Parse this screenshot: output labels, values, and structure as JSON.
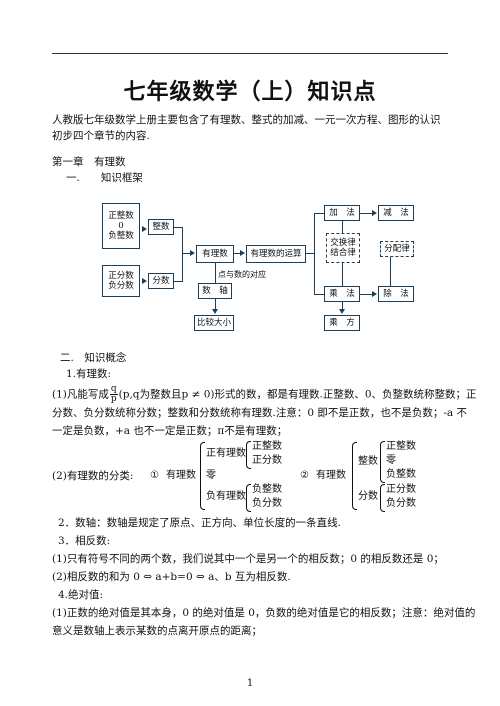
{
  "title": "七年级数学（上）知识点",
  "intro": "人教版七年级数学上册主要包含了有理数、整式的加减、一元一次方程、图形的认识初步四个章节的内容.",
  "chapter1": "第一章　有理数",
  "section1": "一.　　知识框架",
  "diagram": {
    "box_int_group": [
      "正整数",
      "0",
      "负整数"
    ],
    "box_int": "整数",
    "box_frac_group": [
      "正分数",
      "负分数"
    ],
    "box_frac": "分数",
    "box_rational": "有理数",
    "box_ops": "有理数的运算",
    "box_axis": "数　轴",
    "box_compare": "比较大小",
    "label_point": "点与数的对应",
    "box_add": "加　法",
    "box_sub": "减　法",
    "box_laws": [
      "交换律",
      "结合律"
    ],
    "box_dist": "分配律",
    "box_mul": "乘　法",
    "box_div": "除　法",
    "box_pow": "乘　方"
  },
  "section2": "二.　知识概念",
  "item1": "1.有理数:",
  "item1_1a": "(1)凡能写成",
  "item1_1_frac_num": "q",
  "item1_1_frac_den": "p",
  "item1_1b": "(p,q为整数且p ≠ 0)形式的数，都是有理数.正整数、0、负整数统称整数；正",
  "item1_1c": "分数、负分数统称分数；整数和分数统称有理数.注意：0 即不是正数，也不是负数；-a 不",
  "item1_1d": "一定是负数，+a 也不一定是正数；π不是有理数；",
  "item1_2": "(2)有理数的分类:",
  "cls1_num": "①",
  "cls1_root": "有理数",
  "cls1_pos": "正有理数",
  "cls1_pos_a": "正整数",
  "cls1_pos_b": "正分数",
  "cls1_zero": "零",
  "cls1_neg": "负有理数",
  "cls1_neg_a": "负整数",
  "cls1_neg_b": "负分数",
  "cls2_num": "②",
  "cls2_root": "有理数",
  "cls2_int": "整数",
  "cls2_int_a": "正整数",
  "cls2_int_b": "零",
  "cls2_int_c": "负整数",
  "cls2_frac": "分数",
  "cls2_frac_a": "正分数",
  "cls2_frac_b": "负分数",
  "item2": "2．数轴：数轴是规定了原点、正方向、单位长度的一条直线.",
  "item3": "3．相反数:",
  "item3_1": "(1)只有符号不同的两个数，我们说其中一个是另一个的相反数；0 的相反数还是 0；",
  "item3_2": "(2)相反数的和为 0 ⇔ a+b=0 ⇔ a、b 互为相反数.",
  "item4": "4.绝对值:",
  "item4_1": "(1)正数的绝对值是其本身，0 的绝对值是 0，负数的绝对值是它的相反数；注意：绝对值的",
  "item4_1b": "意义是数轴上表示某数的点离开原点的距离；",
  "page_number": "1"
}
